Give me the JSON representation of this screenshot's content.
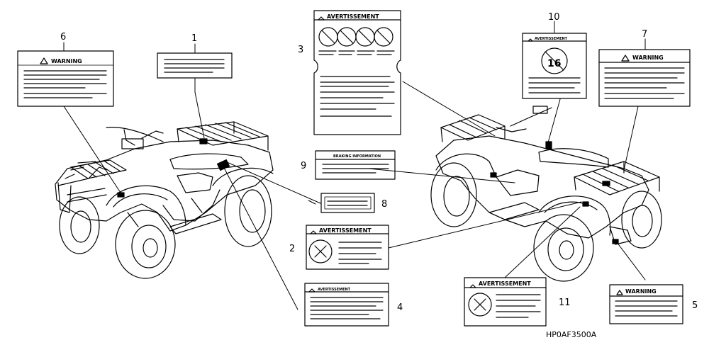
{
  "diagram": {
    "part_code": "HP0AF3500A",
    "labels": [
      {
        "num": "1",
        "header": ""
      },
      {
        "num": "2",
        "header": "AVERTISSEMENT"
      },
      {
        "num": "3",
        "header": "AVERTISSEMENT"
      },
      {
        "num": "4",
        "header": "AVERTISSEMENT"
      },
      {
        "num": "5",
        "header": "WARNING"
      },
      {
        "num": "6",
        "header": "WARNING"
      },
      {
        "num": "7",
        "header": "WARNING"
      },
      {
        "num": "8",
        "header": ""
      },
      {
        "num": "9",
        "header": "BRAKING INFORMATION"
      },
      {
        "num": "10",
        "header": "AVERTISSEMENT",
        "badge": "16"
      },
      {
        "num": "11",
        "header": "AVERTISSEMENT"
      }
    ]
  }
}
